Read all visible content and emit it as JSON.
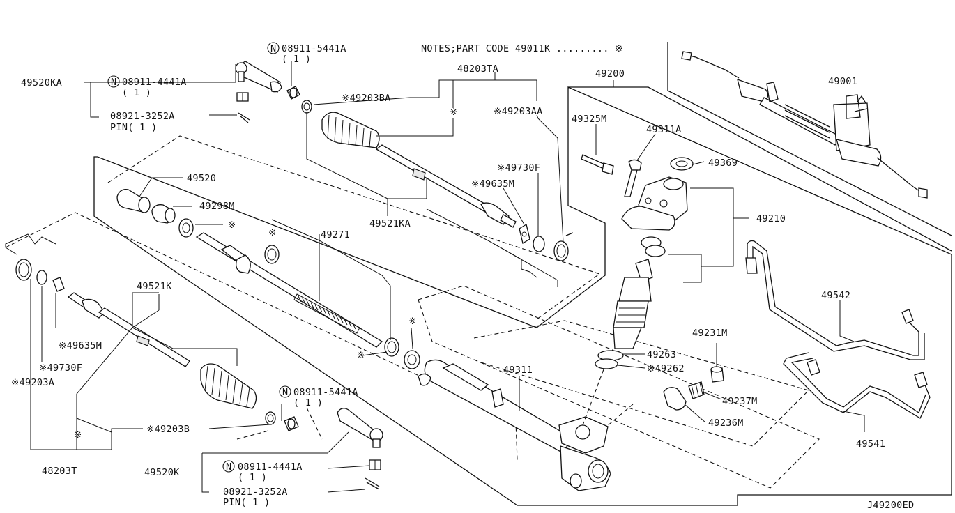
{
  "notes": "NOTES;PART CODE  49011K ......... ※",
  "diagram_code": "J49200ED",
  "labels": {
    "p49520KA": "49520KA",
    "n_08911_5441A_top": "08911-5441A",
    "n_08911_5441A_top_qty": "( 1 )",
    "n_08911_4441A_top": "08911-4441A",
    "n_08911_4441A_top_qty": "( 1 )",
    "p08921_3252A_top": "08921-3252A",
    "pin_top": "PIN( 1 )",
    "p48203TA": "48203TA",
    "p49203BA": "※49203BA",
    "p49203AA": "※49203AA",
    "mark_top": "※",
    "p49200": "49200",
    "p49001": "49001",
    "p49325M": "49325M",
    "p49311A": "49311A",
    "p49369": "49369",
    "p49730F_top": "※49730F",
    "p49635M_top": "※49635M",
    "p49520": "49520",
    "p49298M": "49298M",
    "mark_a": "※",
    "p49521KA": "49521KA",
    "p49210": "49210",
    "p49271": "49271",
    "mark_b": "※",
    "p49542": "49542",
    "p49521K": "49521K",
    "p49635M_bot": "※49635M",
    "p49730F_bot": "※49730F",
    "p49203A": "※49203A",
    "p49231M": "49231M",
    "p49263": "49263",
    "p49262": "※49262",
    "p49311": "49311",
    "mark_c": "※",
    "mark_d": "※",
    "p49237M": "49237M",
    "p49236M": "49236M",
    "p49541": "49541",
    "n_08911_5441A_bot": "08911-5441A",
    "n_08911_5441A_bot_qty": "( 1 )",
    "p49203B": "※49203B",
    "mark_e": "※",
    "p48203T": "48203T",
    "p49520K": "49520K",
    "n_08911_4441A_bot": "08911-4441A",
    "n_08911_4441A_bot_qty": "( 1 )",
    "p08921_3252A_bot": "08921-3252A",
    "pin_bot": "PIN( 1 )",
    "n_symbol": "N"
  }
}
